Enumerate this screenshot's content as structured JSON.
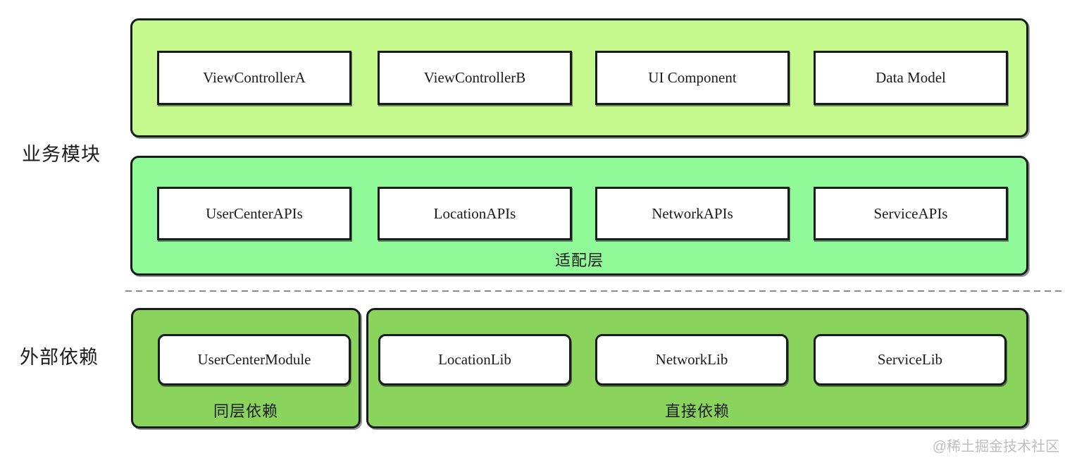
{
  "diagram": {
    "row_labels": {
      "business": "业务模块",
      "external": "外部依赖"
    },
    "layers": {
      "business_ui": {
        "boxes": [
          "ViewControllerA",
          "ViewControllerB",
          "UI Component",
          "Data Model"
        ]
      },
      "adapter": {
        "caption": "适配层",
        "boxes": [
          "UserCenterAPIs",
          "LocationAPIs",
          "NetworkAPIs",
          "ServiceAPIs"
        ]
      },
      "same_layer_dependency": {
        "caption": "同层依赖",
        "boxes": [
          "UserCenterModule"
        ]
      },
      "direct_dependency": {
        "caption": "直接依赖",
        "boxes": [
          "LocationLib",
          "NetworkLib",
          "ServiceLib"
        ]
      }
    },
    "colors": {
      "business_ui_bg": "#c6f98d",
      "adapter_bg": "#90f998",
      "dependency_bg": "#8ad35d",
      "border": "#181c1f",
      "dash_line": "#8a8a8a",
      "watermark": "#bdbdbd"
    },
    "watermark": "@稀土掘金技术社区"
  }
}
